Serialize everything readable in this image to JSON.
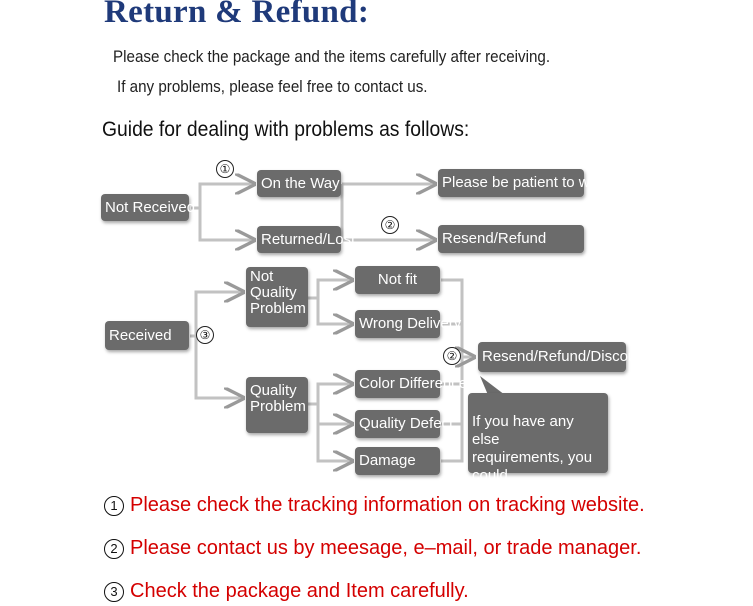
{
  "title": "Return & Refund:",
  "intro": {
    "line1": "Please check the package and the items carefully after receiving.",
    "line2": "If any problems, please feel free to contact us."
  },
  "guide_heading": "Guide for dealing with problems as follows:",
  "flow": {
    "not_received": "Not Received",
    "on_the_way": "On the Way",
    "returned_lost": "Returned/Lost",
    "be_patient": "Please be patient to wait",
    "resend_refund": "Resend/Refund",
    "received": "Received",
    "not_quality_problem": "Not\nQuality\nProblem",
    "quality_problem": "Quality\nProblem",
    "not_fit": "Not fit",
    "wrong_delivery": "Wrong Delivery",
    "color_difference": "Color Difference",
    "quality_defect": "Quality Defect",
    "damage": "Damage",
    "resend_refund_discount": "Resend/Refund/Discount",
    "else_requirements": "If you have any else\nrequirements, you could\nalso tell us!",
    "marker_1": "①",
    "marker_2": "②",
    "marker_3": "③"
  },
  "notes": [
    {
      "marker": "1",
      "text": "Please check the tracking information on tracking website."
    },
    {
      "marker": "2",
      "text": "Please contact us by meesage, e–mail, or trade manager."
    },
    {
      "marker": "3",
      "text": "Check the package and Item carefully."
    }
  ],
  "colors": {
    "title": "#1f3a7a",
    "box": "#6b6b6b",
    "box_text": "#ffffff",
    "note_text": "#d40000",
    "connector": "#bdbdbd"
  }
}
